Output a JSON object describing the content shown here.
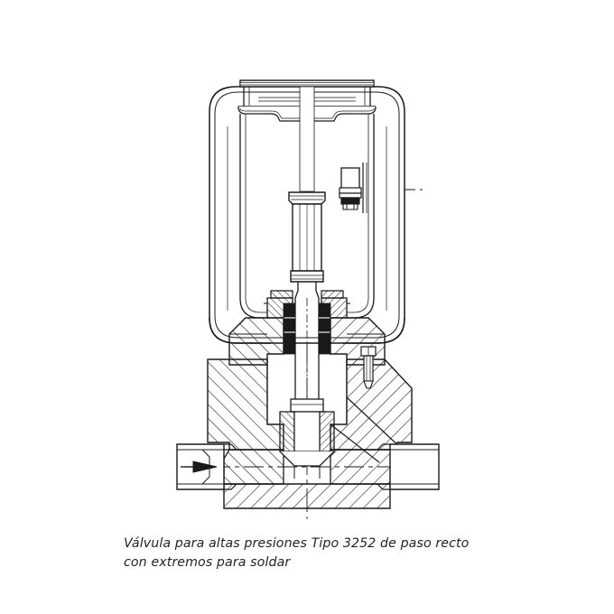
{
  "figure": {
    "kind": "technical-line-drawing",
    "subject": "sectional-drawing-control-valve",
    "background_color": "#ffffff",
    "line_color": "#1a1a1a",
    "hatch_color": "#2b2b2b",
    "caption_color": "#231f20",
    "caption": {
      "line1": "Válvula para altas presiones Tipo 3252 de paso recto",
      "line2": "con extremos para soldar"
    },
    "model_number": "3252",
    "parts": [
      {
        "id": "actuator-housing",
        "label": "Actuador neumático de membrana"
      },
      {
        "id": "actuator-top-rim",
        "label": "Tapa superior del actuador"
      },
      {
        "id": "diaphragm",
        "label": "Membrana"
      },
      {
        "id": "actuator-stem",
        "label": "Vástago del actuador"
      },
      {
        "id": "stem-coupling",
        "label": "Acoplamiento de vástagos"
      },
      {
        "id": "travel-indicator",
        "label": "Indicador de carrera"
      },
      {
        "id": "yoke",
        "label": "Puente / yugo"
      },
      {
        "id": "packing-gland",
        "label": "Prensaestopas"
      },
      {
        "id": "packing-rings",
        "label": "Empaquetadura"
      },
      {
        "id": "bonnet",
        "label": "Tapa del cuerpo"
      },
      {
        "id": "bonnet-bolt",
        "label": "Tornillo lateral"
      },
      {
        "id": "valve-body",
        "label": "Cuerpo de la válvula"
      },
      {
        "id": "seat",
        "label": "Asiento"
      },
      {
        "id": "plug",
        "label": "Obturador"
      },
      {
        "id": "weld-end-inlet",
        "label": "Extremo para soldar (entrada)"
      },
      {
        "id": "weld-end-outlet",
        "label": "Extremo para soldar (salida)"
      },
      {
        "id": "flow-arrow",
        "label": "Sentido de flujo"
      },
      {
        "id": "vertical-centerline",
        "label": "Eje vertical"
      },
      {
        "id": "horizontal-centerline",
        "label": "Eje horizontal"
      }
    ]
  }
}
